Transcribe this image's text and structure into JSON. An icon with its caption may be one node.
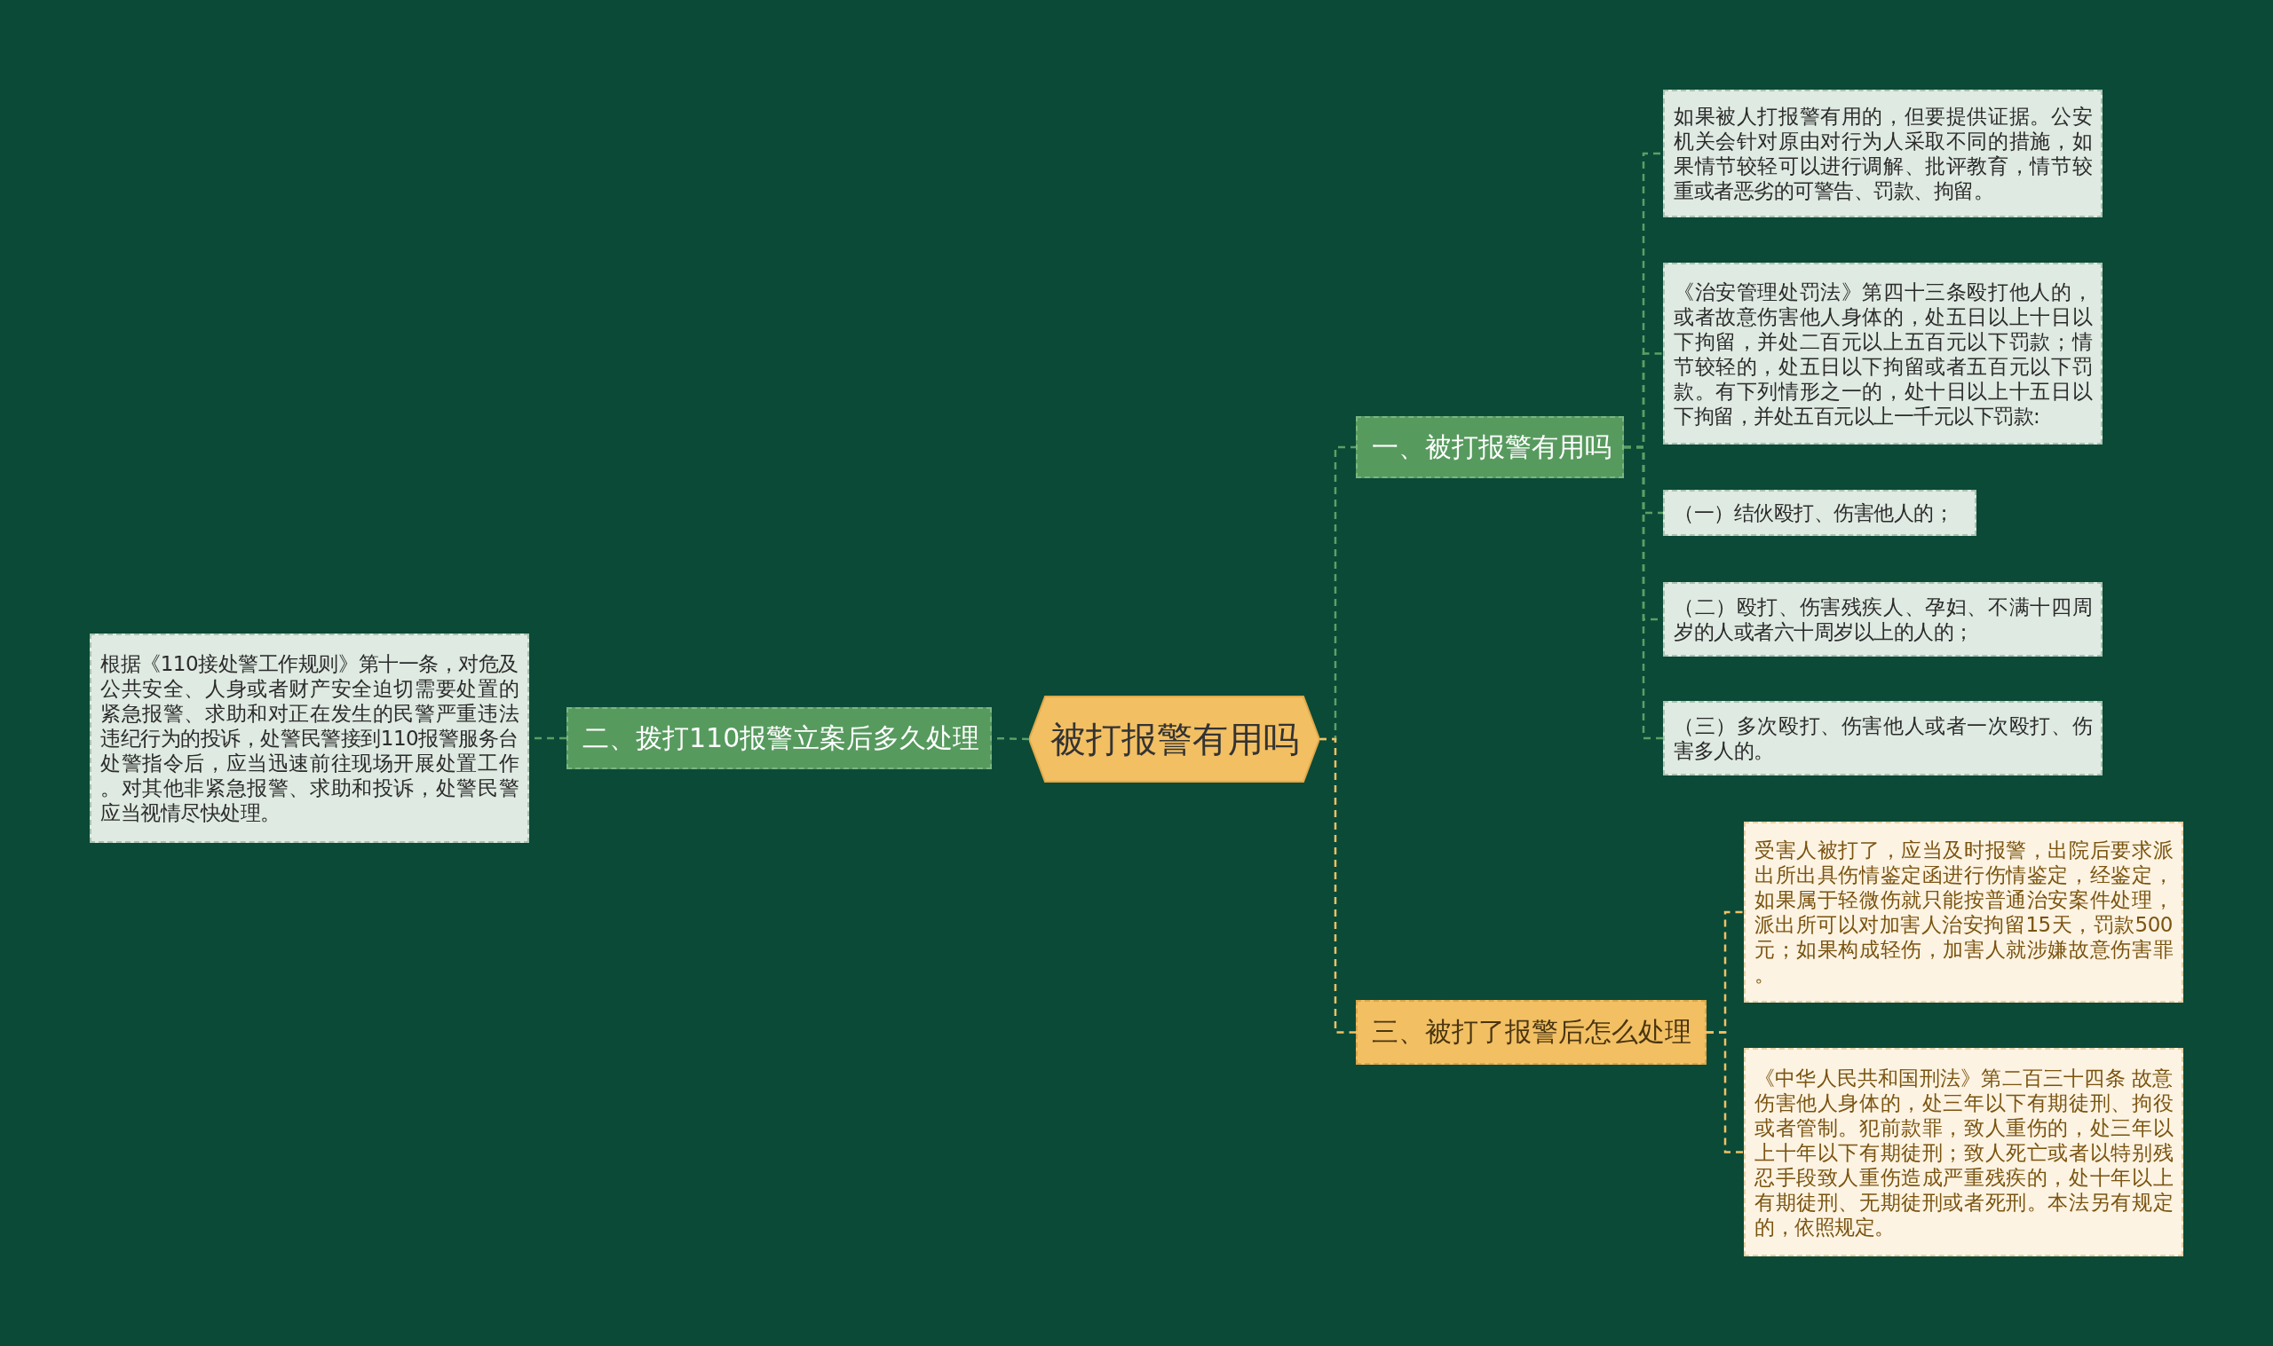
{
  "diagram": {
    "nodes": [
      {
        "text": [
          "被打报警有用吗"
        ]
      },
      {
        "text": [
          "一、被打报警有用吗"
        ]
      },
      {
        "text": [
          "如果被人打报警有用的，但要提供证据。公安机关会针对原由对行为人采取不同的措施，如果情节较轻可以进行调解、批评教育，情节较重或者恶劣的可警告、罚款、拘留。"
        ]
      },
      {
        "text": [
          "《治安管理处罚法》第四十三条殴打他人的，或者故意伤害他人身体的，处五日以上十日以下拘留，并处二百元以上五百元以下罚款；情节较轻的，处五日以下拘留或者五百元以下罚款。有下列情形之一的，处十日以上十五日以下拘留，并处五百元以上一千元以下罚款:"
        ]
      },
      {
        "text": [
          "（一）结伙殴打、伤害他人的；"
        ]
      },
      {
        "text": [
          "（二）殴打、伤害残疾人、孕妇、不满十四周岁的人或者六十周岁以上的人的；"
        ]
      },
      {
        "text": [
          "（三）多次殴打、伤害他人或者一次殴打、伤害多人的。"
        ]
      },
      {
        "text": [
          "二、拨打110报警立案后多久处理"
        ]
      },
      {
        "text": [
          "根据《110接处警工作规则》第十一条，对危及公共安全、人身或者财产安全迫切需要处置的紧急报警、求助和对正在发生的民警严重违法违纪行为的投诉，处警民警接到110报警服务台处警指令后，应当迅速前往现场开展处置工作。对其他非紧急报警、求助和投诉，处警民警应当视情尽快处理。"
        ]
      },
      {
        "text": [
          "三、被打了报警后怎么处理"
        ]
      },
      {
        "text": [
          "受害人被打了，应当及时报警，出院后要求派出所出具伤情鉴定函进行伤情鉴定，经鉴定，如果属于轻微伤就只能按普通治安案件处理，派出所可以对加害人治安拘留15天，罚款500元；如果构成轻伤，加害人就涉嫌故意伤害罪。"
        ]
      },
      {
        "text": [
          "《中华人民共和国刑法》第二百三十四条 故意伤害他人身体的，处三年以下有期徒刑、拘役或者管制。犯前款罪，致人重伤的，处三年以上十年以下有期徒刑；致人死亡或者以特别残忍手段致人重伤造成严重残疾的，处十年以上有期徒刑、无期徒刑或者死刑。本法另有规定的，依照规定。"
        ]
      }
    ],
    "edges": [
      {
        "from": 0,
        "to": 1,
        "arrow": "none"
      },
      {
        "from": 1,
        "to": 2,
        "arrow": "none"
      },
      {
        "from": 1,
        "to": 3,
        "arrow": "none"
      },
      {
        "from": 1,
        "to": 4,
        "arrow": "none"
      },
      {
        "from": 1,
        "to": 5,
        "arrow": "none"
      },
      {
        "from": 1,
        "to": 6,
        "arrow": "none"
      },
      {
        "from": 0,
        "to": 7,
        "arrow": "none"
      },
      {
        "from": 7,
        "to": 8,
        "arrow": "none"
      },
      {
        "from": 0,
        "to": 9,
        "arrow": "none",
        "color": "#f2c063"
      },
      {
        "from": 9,
        "to": 10,
        "arrow": "none",
        "color": "#f2c063"
      },
      {
        "from": 9,
        "to": 11,
        "arrow": "none",
        "color": "#f2c063"
      }
    ]
  }
}
